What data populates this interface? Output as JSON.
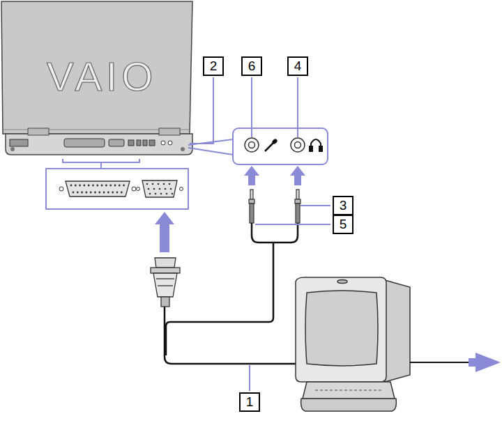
{
  "diagram": {
    "labels": [
      "VAIO",
      "2",
      "6",
      "4",
      "3",
      "5",
      "1"
    ]
  }
}
